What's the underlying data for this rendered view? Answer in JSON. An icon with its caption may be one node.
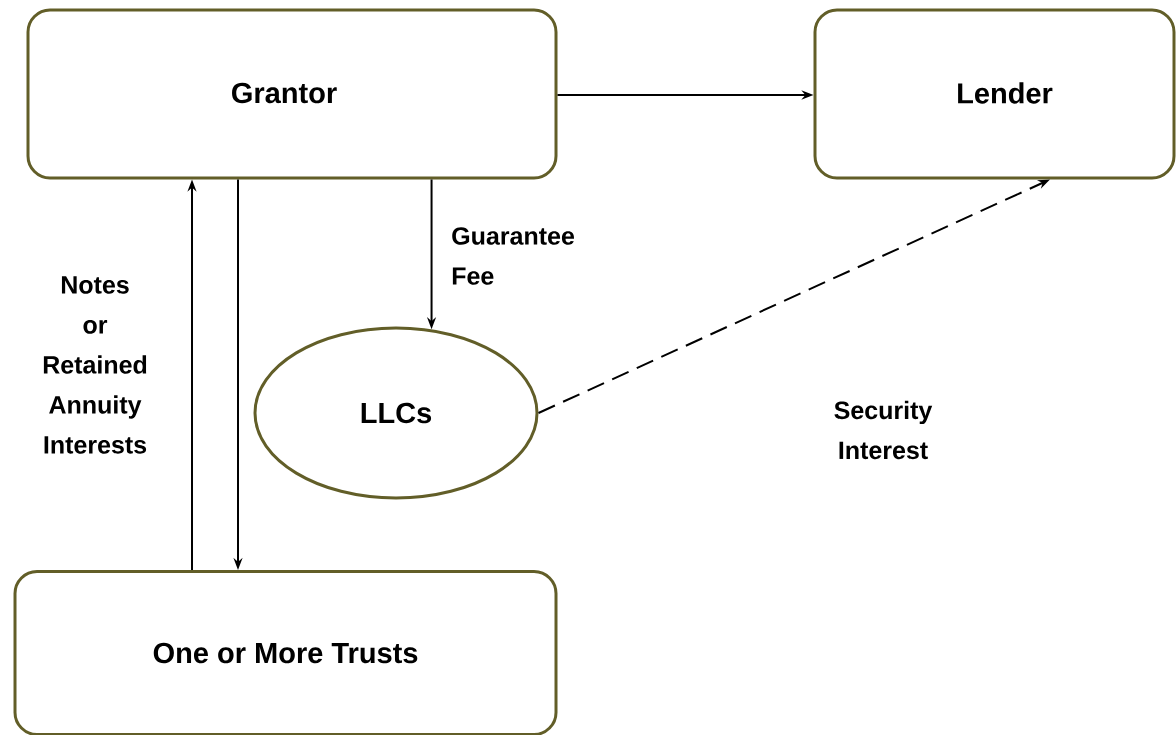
{
  "diagram": {
    "nodes": [
      {
        "text": [
          "Grantor"
        ]
      },
      {
        "text": [
          "Lender"
        ]
      },
      {
        "text": [
          "LLCs"
        ]
      },
      {
        "text": [
          "One or More Trusts"
        ]
      }
    ],
    "edges": [
      {
        "from": 0,
        "to": 1,
        "arrow": "to"
      },
      {
        "from": 0,
        "to": 2,
        "arrow": "to",
        "label": "Guarantee Fee"
      },
      {
        "from": 0,
        "to": 3,
        "arrow": "to"
      },
      {
        "from": 3,
        "to": 0,
        "arrow": "to",
        "label": "Notes or Retained Annuity Interests"
      },
      {
        "from": 2,
        "to": 1,
        "arrow": "to",
        "style": "dashed",
        "label": "Security Interest"
      }
    ]
  }
}
